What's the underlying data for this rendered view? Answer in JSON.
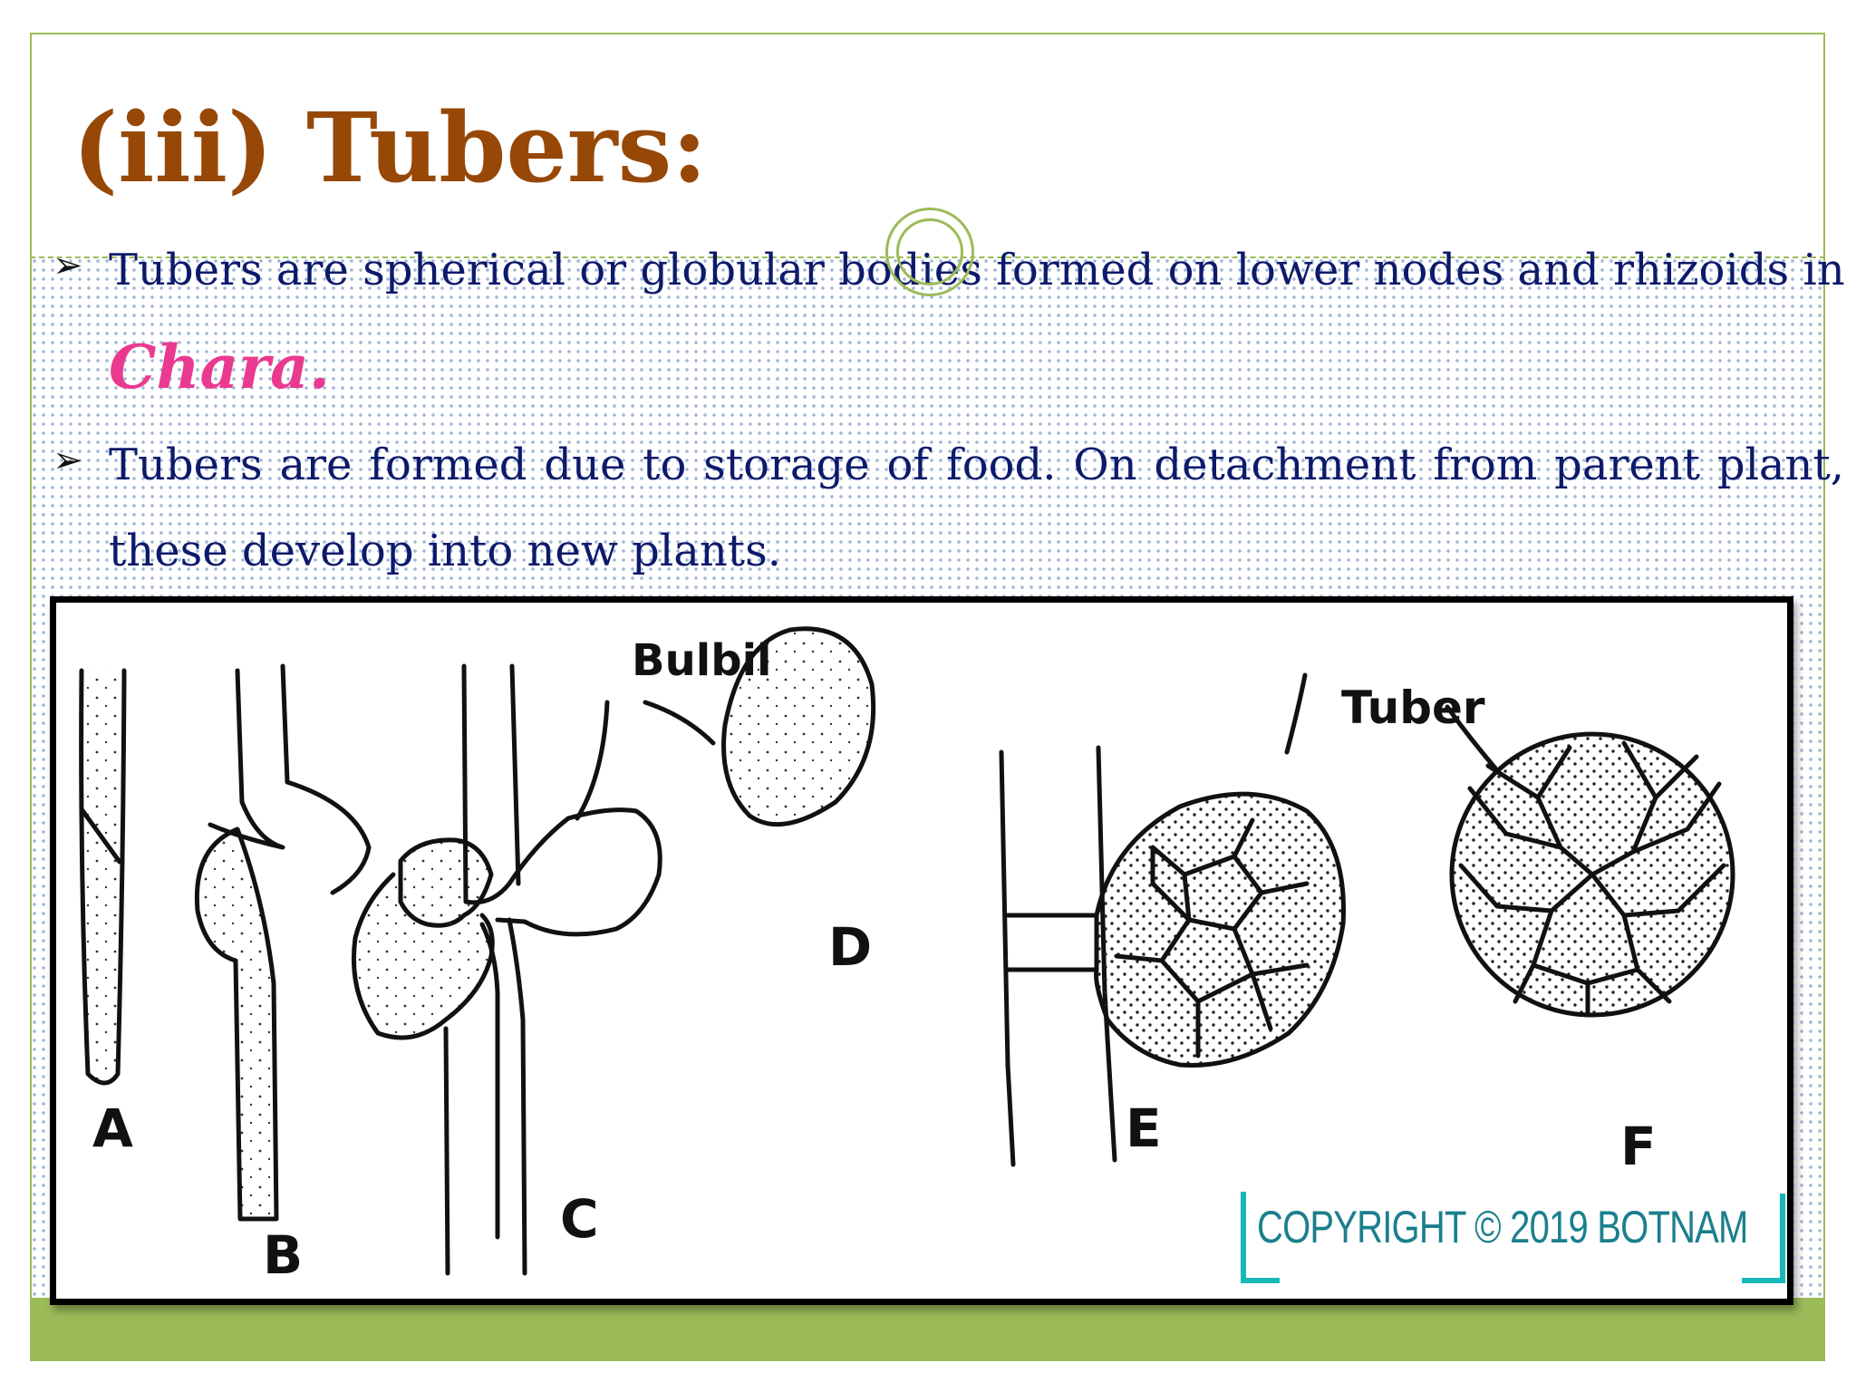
{
  "slide": {
    "title": "(iii) Tubers:",
    "bullets": [
      {
        "lines": [
          "Tubers are spherical or globular bodies formed on lower nodes and rhizoids in"
        ],
        "emphasis": "Chara",
        "emphasis_suffix": "."
      },
      {
        "lines": [
          "Tubers are formed due to storage of food. On detachment from parent plant,",
          "these develop into new plants."
        ]
      }
    ],
    "bullet_marker": "➢"
  },
  "figure": {
    "labels": {
      "a": "A",
      "b": "B",
      "c": "C",
      "d": "D",
      "e": "E",
      "f": "F",
      "bulbil": "Bulbil",
      "tuber": "Tuber"
    },
    "copyright": "COPYRIGHT © 2019 BOTNAM"
  },
  "colors": {
    "title": "#974806",
    "body_text": "#0d1a6b",
    "emphasis": "#ea3a8f",
    "accent_green": "#9bbb59",
    "dot_pattern": "#9fb7d6",
    "copyright": "#1b7f8d"
  }
}
